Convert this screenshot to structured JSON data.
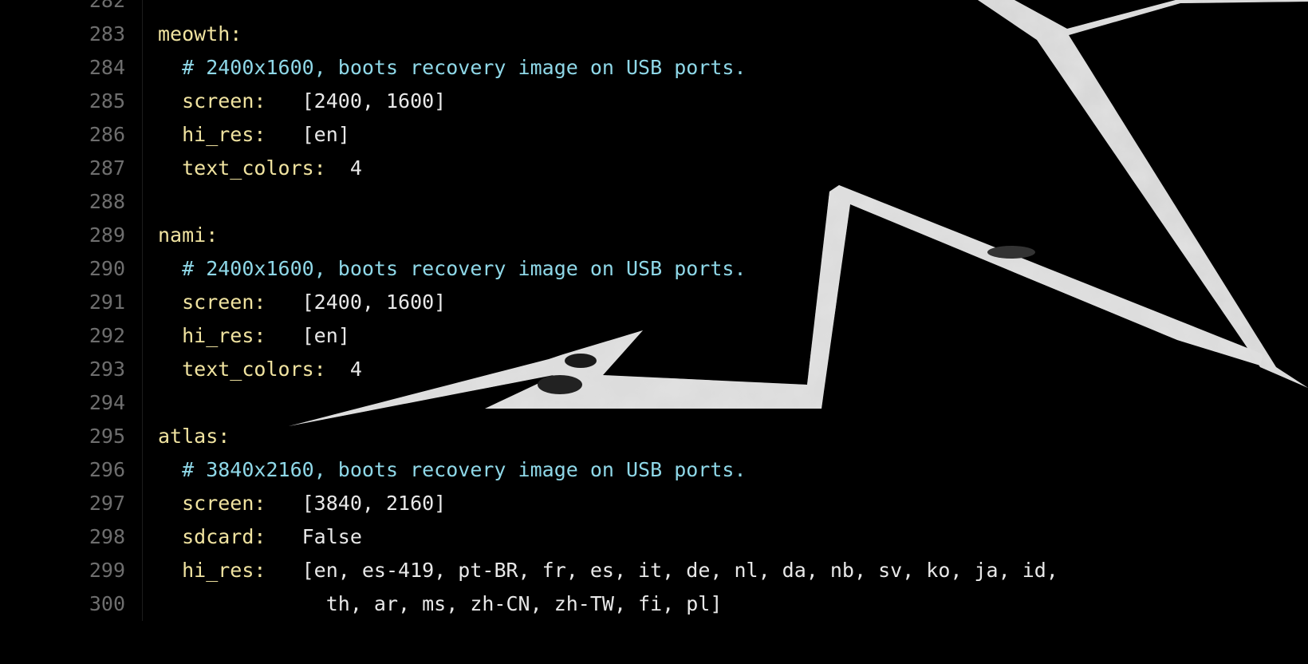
{
  "colors": {
    "background": "#000000",
    "line_number": "#6e6e6e",
    "key": "#f0e3a0",
    "value": "#e8e8e8",
    "comment": "#8fd8e8"
  },
  "lines": [
    {
      "num": "282",
      "parts": []
    },
    {
      "num": "283",
      "parts": [
        {
          "type": "key",
          "text": "meowth:"
        }
      ]
    },
    {
      "num": "284",
      "parts": [
        {
          "type": "com",
          "text": "  # 2400x1600, boots recovery image on USB ports."
        }
      ]
    },
    {
      "num": "285",
      "parts": [
        {
          "type": "key",
          "text": "  screen:"
        },
        {
          "type": "val",
          "text": "   [2400, 1600]"
        }
      ]
    },
    {
      "num": "286",
      "parts": [
        {
          "type": "key",
          "text": "  hi_res:"
        },
        {
          "type": "val",
          "text": "   [en]"
        }
      ]
    },
    {
      "num": "287",
      "parts": [
        {
          "type": "key",
          "text": "  text_colors:"
        },
        {
          "type": "val",
          "text": "  4"
        }
      ]
    },
    {
      "num": "288",
      "parts": []
    },
    {
      "num": "289",
      "parts": [
        {
          "type": "key",
          "text": "nami:"
        }
      ]
    },
    {
      "num": "290",
      "parts": [
        {
          "type": "com",
          "text": "  # 2400x1600, boots recovery image on USB ports."
        }
      ]
    },
    {
      "num": "291",
      "parts": [
        {
          "type": "key",
          "text": "  screen:"
        },
        {
          "type": "val",
          "text": "   [2400, 1600]"
        }
      ]
    },
    {
      "num": "292",
      "parts": [
        {
          "type": "key",
          "text": "  hi_res:"
        },
        {
          "type": "val",
          "text": "   [en]"
        }
      ]
    },
    {
      "num": "293",
      "parts": [
        {
          "type": "key",
          "text": "  text_colors:"
        },
        {
          "type": "val",
          "text": "  4"
        }
      ]
    },
    {
      "num": "294",
      "parts": []
    },
    {
      "num": "295",
      "parts": [
        {
          "type": "key",
          "text": "atlas:"
        }
      ]
    },
    {
      "num": "296",
      "parts": [
        {
          "type": "com",
          "text": "  # 3840x2160, boots recovery image on USB ports."
        }
      ]
    },
    {
      "num": "297",
      "parts": [
        {
          "type": "key",
          "text": "  screen:"
        },
        {
          "type": "val",
          "text": "   [3840, 2160]"
        }
      ]
    },
    {
      "num": "298",
      "parts": [
        {
          "type": "key",
          "text": "  sdcard:"
        },
        {
          "type": "val",
          "text": "   False"
        }
      ]
    },
    {
      "num": "299",
      "parts": [
        {
          "type": "key",
          "text": "  hi_res:"
        },
        {
          "type": "val",
          "text": "   [en, es-419, pt-BR, fr, es, it, de, nl, da, nb, sv, ko, ja, id,"
        }
      ]
    },
    {
      "num": "300",
      "parts": [
        {
          "type": "val",
          "text": "              th, ar, ms, zh-CN, zh-TW, fi, pl]"
        }
      ]
    }
  ]
}
